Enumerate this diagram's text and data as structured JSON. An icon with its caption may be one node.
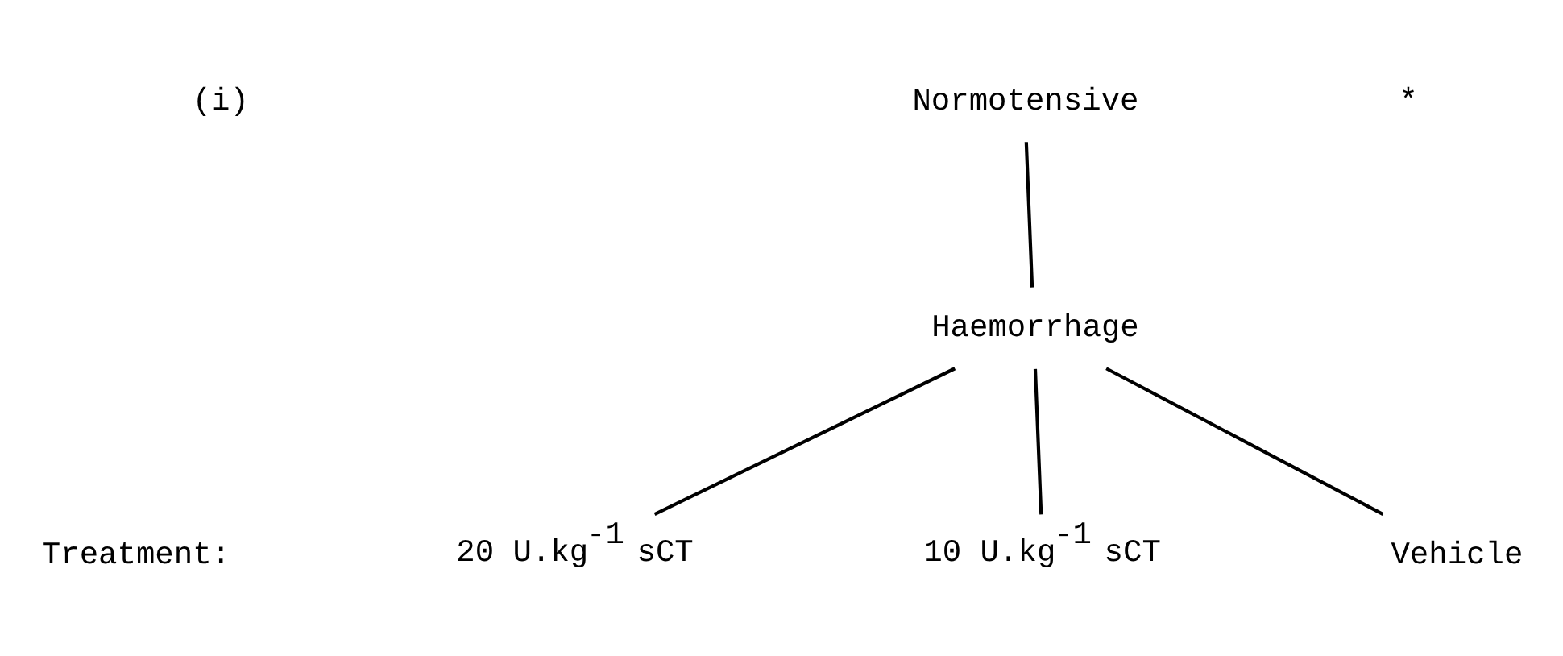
{
  "diagram": {
    "nodes": [
      {
        "text": [
          "Normotensive"
        ]
      },
      {
        "text": [
          "Haemorrhage"
        ]
      },
      {
        "text": [
          "20 U.kg$^{-1}$ sCT"
        ]
      },
      {
        "text": [
          "10 U.kg$^{-1}$ sCT"
        ]
      },
      {
        "text": [
          "Vehicle"
        ]
      }
    ],
    "edges": [
      {
        "from": 0,
        "to": 1,
        "arrow": "none"
      },
      {
        "from": 1,
        "to": 2,
        "arrow": "none"
      },
      {
        "from": 1,
        "to": 3,
        "arrow": "none"
      },
      {
        "from": 1,
        "to": 4,
        "arrow": "none"
      }
    ],
    "labels": [
      "(i)",
      "*",
      "Treatment:"
    ]
  }
}
